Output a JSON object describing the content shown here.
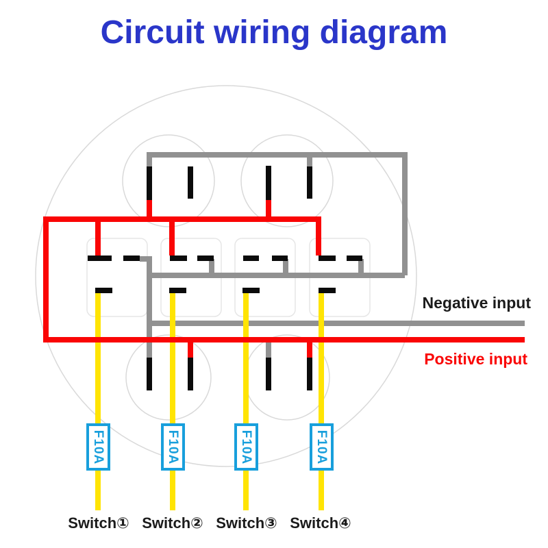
{
  "title": "Circuit wiring diagram",
  "labels": {
    "negative_input": "Negative input",
    "positive_input": "Positive input"
  },
  "fuses": [
    {
      "label": "F10A"
    },
    {
      "label": "F10A"
    },
    {
      "label": "F10A"
    },
    {
      "label": "F10A"
    }
  ],
  "switches": [
    {
      "label": "Switch①"
    },
    {
      "label": "Switch②"
    },
    {
      "label": "Switch③"
    },
    {
      "label": "Switch④"
    }
  ],
  "colors": {
    "blue": "#2a36c9",
    "red": "#fa0505",
    "yellow": "#ffe404",
    "wire_gray": "#919191",
    "cyan": "#189fdc",
    "terminal_black": "#0b0b0b",
    "outline_gray": "#d9d9d9",
    "box_outline": "#e6e6e6",
    "label_black": "#1b1b1b"
  }
}
